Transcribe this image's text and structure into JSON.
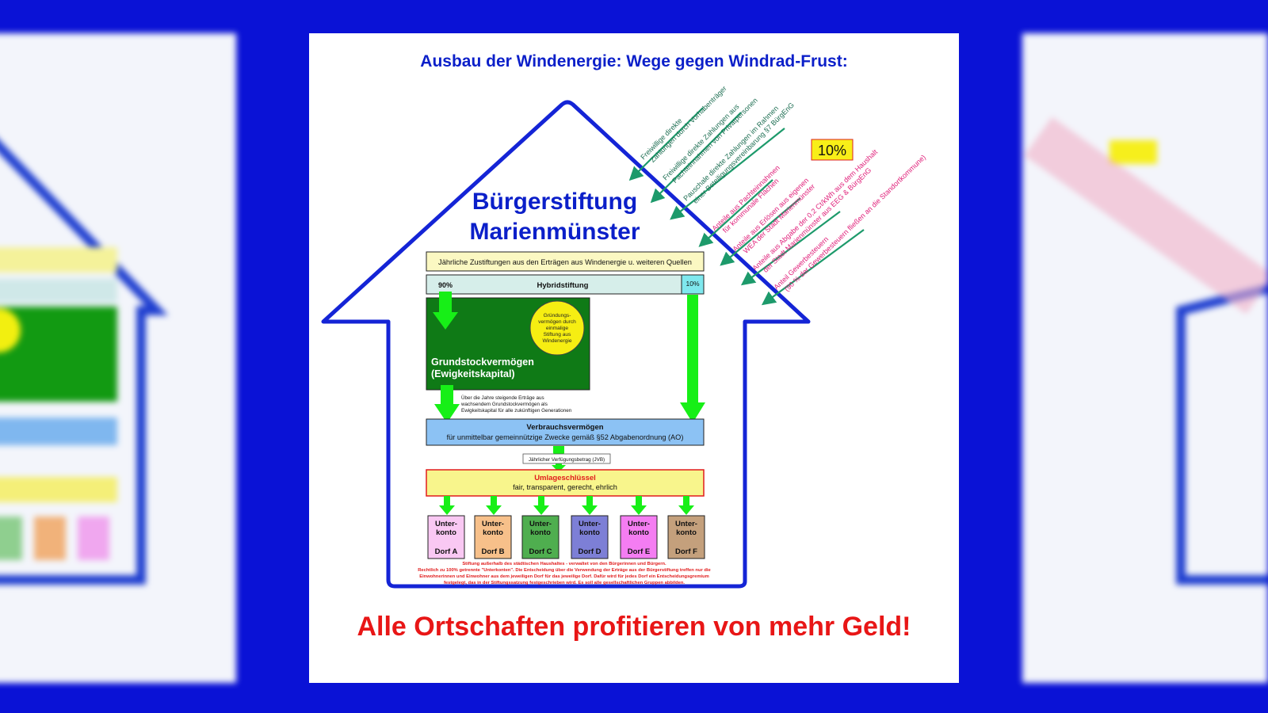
{
  "title": "Ausbau der Windenergie: Wege gegen Windrad-Frust:",
  "foundation_name": [
    "Bürgerstiftung",
    "Marienmünster"
  ],
  "annual_bar": "Jährliche Zustiftungen aus den Erträgen aus Windenergie u. weiteren Quellen",
  "hybrid": {
    "left_pct": "90%",
    "label": "Hybridstiftung",
    "right_pct": "10%"
  },
  "capital": {
    "line1": "Grundstockvermögen",
    "line2": "(Ewigkeitskapital)"
  },
  "circle_text": [
    "Gründungs-",
    "vermögen durch",
    "einmalige",
    "Stiftung aus",
    "Windenergie"
  ],
  "growth_note": [
    "Über die Jahre steigende Erträge aus",
    "wachsendem Grundstockvermögen als",
    "Ewigkeitskapital für alle zukünftigen Generationen"
  ],
  "consumption": {
    "title": "Verbrauchsvermögen",
    "subtitle": "für unmittelbar gemeinnützige Zwecke gemäß §52 Abgabenordnung (AO)"
  },
  "jvb_label": "Jährlicher Verfügungsbetrag (JVB)",
  "allocation": {
    "title": "Umlageschlüssel",
    "subtitle": "fair, transparent, gerecht, ehrlich"
  },
  "subaccounts": [
    {
      "line1": "Unter-",
      "line2": "konto",
      "village": "Dorf A",
      "color": "#f9c8f3"
    },
    {
      "line1": "Unter-",
      "line2": "konto",
      "village": "Dorf B",
      "color": "#f7c08a"
    },
    {
      "line1": "Unter-",
      "line2": "konto",
      "village": "Dorf C",
      "color": "#4fae4f"
    },
    {
      "line1": "Unter-",
      "line2": "konto",
      "village": "Dorf D",
      "color": "#7d7fd6"
    },
    {
      "line1": "Unter-",
      "line2": "konto",
      "village": "Dorf E",
      "color": "#f47df2"
    },
    {
      "line1": "Unter-",
      "line2": "konto",
      "village": "Dorf F",
      "color": "#c4a07c"
    }
  ],
  "footnote": [
    "Stiftung außerhalb des städtischen Haushaltes - verwaltet von den Bürgerinnen und Bürgern.",
    "Rechtlich zu 100% getrennte \"Unterkonten\". Die Entscheidung über die Verwendung der Erträge aus der Bürgerstiftung treffen nur die",
    "Einwohnerinnen und Einwohner aus dem jeweiligen Dorf für das jeweilige Dorf. Dafür wird für jedes Dorf ein Entscheidungsgremium",
    "festgelegt, das in der Stiftungssatzung festgeschrieben wird. Es soll alle gesellschaftlichen Gruppen abbilden."
  ],
  "green_inputs": [
    [
      "Freiwillige direkte",
      "Zahlungen durch Vorhabenträger"
    ],
    [
      "Freiwillige direkte Zahlungen aus",
      "Pachteinnahmen von Privatpersonen"
    ],
    [
      "Pauschale direkte Zahlungen im Rahmen",
      "einer Beteiligungsvereinbarung §7 BürgEnG"
    ]
  ],
  "ten_percent_badge": "10%",
  "pink_inputs": [
    [
      "Anteile aus Pachteinnahmen",
      "für kommunale Flächen"
    ],
    [
      "Anteile aus Erlösen aus eigenen",
      "WEA der Stadt Marienmünster"
    ],
    [
      "Anteile aus Abgabe der 0,2 Ct/kWh aus dem Haushalt",
      "der Stadt Marienmünster  aus EEG & BürgEnG"
    ],
    [
      "Anteil Gewerbesteuern",
      "(90 % der Gewerbesteuern fließen an die Standortkommune)"
    ]
  ],
  "bottom_slogan": "Alle Ortschaften profitieren von mehr Geld!"
}
